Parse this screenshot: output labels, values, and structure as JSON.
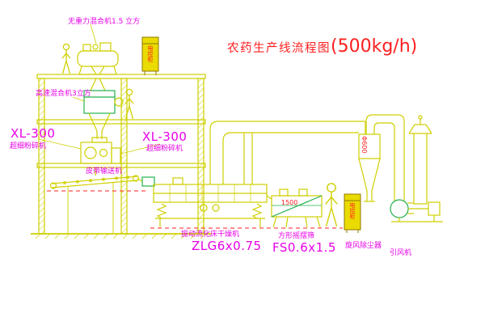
{
  "title": {
    "text": "农药生产线流程图",
    "capacity": "(500kg/h)"
  },
  "labels": {
    "top_mixer": "无重力混合机1.5 立方",
    "second_mixer": "高速混合机3立方",
    "mill_left_model": "XL-300",
    "mill_left_name": "超细粉碎机",
    "mill_center_model": "XL-300",
    "mill_center_name": "超细粉碎机",
    "belt_conveyor": "皮带输送机",
    "dryer_name": "振动流化床干燥机",
    "dryer_model": "ZLG6x0.75",
    "sifter_name": "方形摇摆筛",
    "sifter_model": "FS0.6x1.5",
    "cyclone": "旋风除尘器",
    "fan": "引风机"
  },
  "annotations": {
    "pipe_diameter": "Φ600",
    "dimension": "1500",
    "cabinet_1": "电控柜",
    "cabinet_2": "电控柜"
  },
  "colors": {
    "line_yellow": "#cfcf00",
    "accent_green": "#22b14c",
    "label_magenta": "#e800e8",
    "title_red": "#ff2020"
  }
}
